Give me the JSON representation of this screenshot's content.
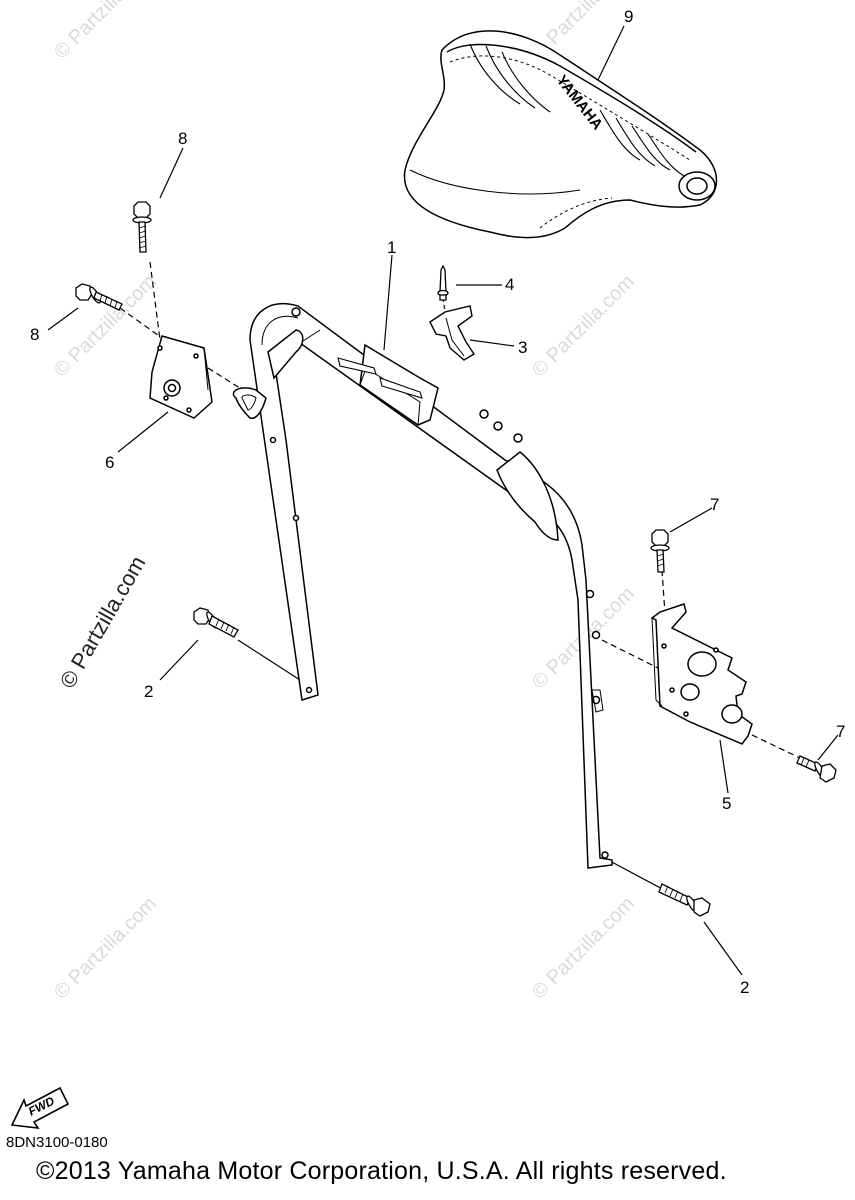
{
  "diagram": {
    "callouts": [
      {
        "id": "c1",
        "label": "1"
      },
      {
        "id": "c2a",
        "label": "2"
      },
      {
        "id": "c2b",
        "label": "2"
      },
      {
        "id": "c3",
        "label": "3"
      },
      {
        "id": "c4",
        "label": "4"
      },
      {
        "id": "c5",
        "label": "5"
      },
      {
        "id": "c6",
        "label": "6"
      },
      {
        "id": "c7a",
        "label": "7"
      },
      {
        "id": "c7b",
        "label": "7"
      },
      {
        "id": "c8a",
        "label": "8"
      },
      {
        "id": "c8b",
        "label": "8"
      },
      {
        "id": "c9",
        "label": "9"
      }
    ],
    "seat_brand": "YAMAHA",
    "fwd_label": "FWD",
    "watermark": "© Partzilla.com",
    "watermark_main": "© Partzilla.com"
  },
  "footer": {
    "drawing_code": "8DN3100-0180",
    "copyright": "©2013 Yamaha Motor Corporation, U.S.A. All rights reserved."
  }
}
